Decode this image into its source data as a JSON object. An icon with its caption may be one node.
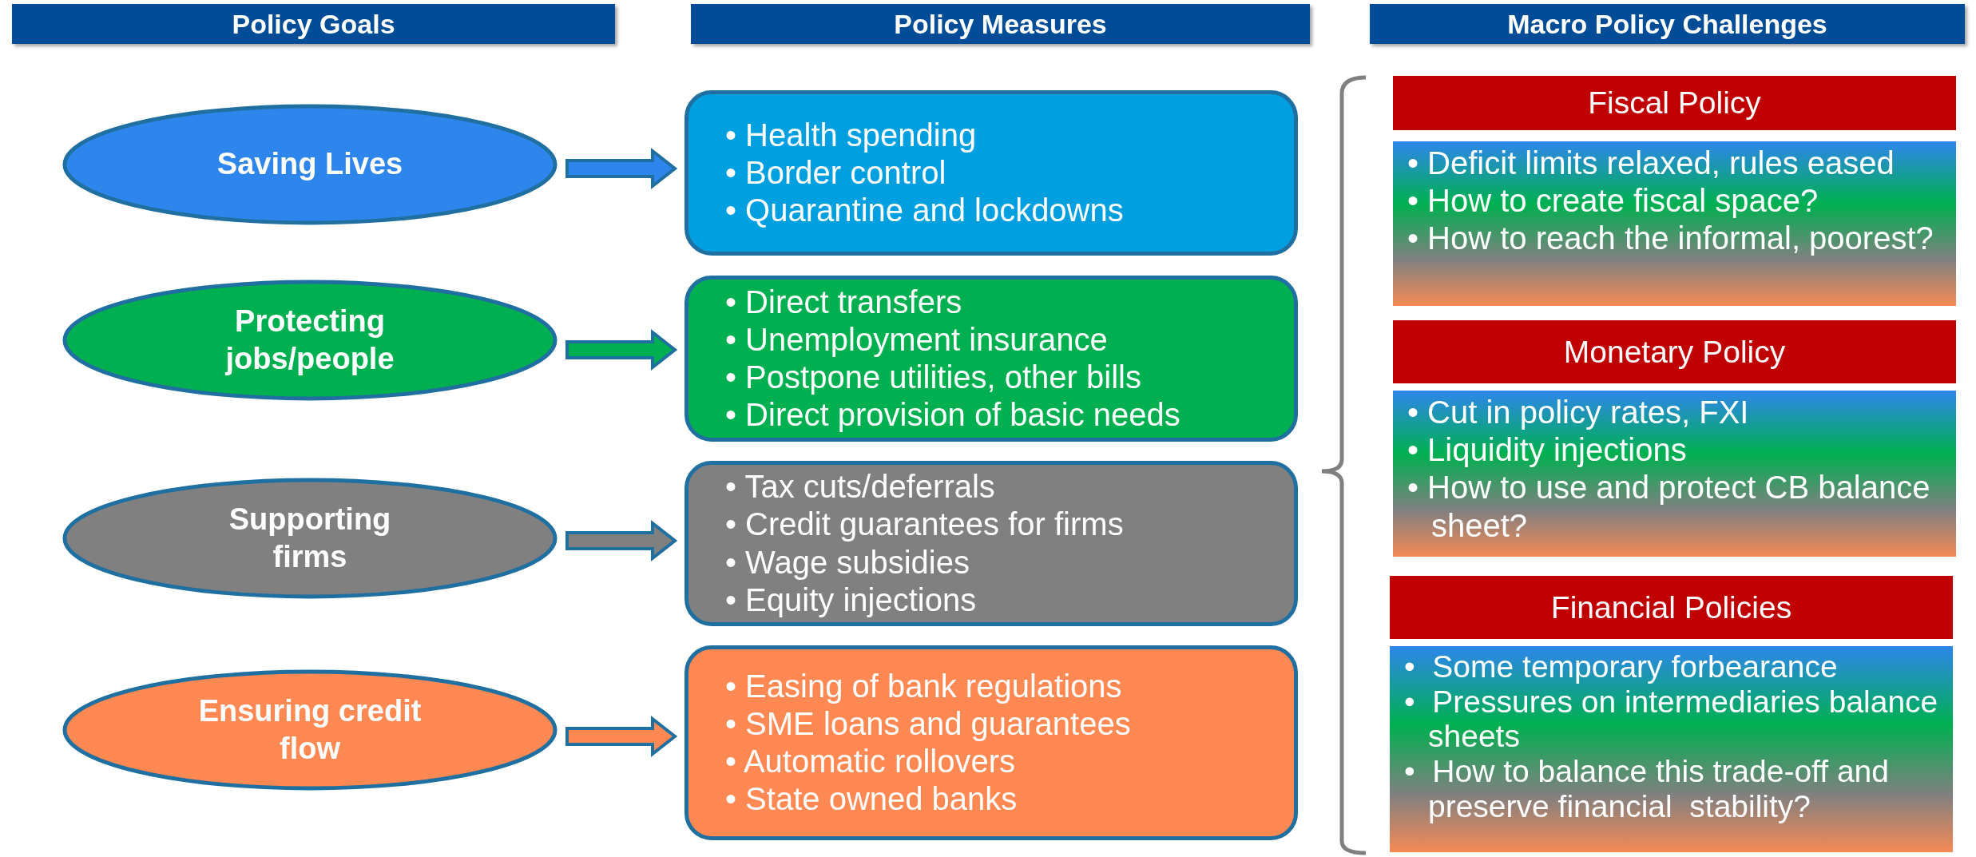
{
  "diagram": {
    "nodes": [
      {
        "text": [
          "Policy Goals"
        ]
      },
      {
        "text": [
          "Policy Measures"
        ]
      },
      {
        "text": [
          "Macro Policy Challenges"
        ]
      },
      {
        "text": [
          "Saving Lives"
        ]
      },
      {
        "text": [
          "• Health spending",
          "• Border control",
          "• Quarantine and lockdowns"
        ]
      },
      {
        "text": [
          "Protecting jobs/people"
        ]
      },
      {
        "text": [
          "• Direct transfers",
          "• Unemployment insurance",
          "• Postpone utilities, other bills",
          "• Direct provision of basic needs"
        ]
      },
      {
        "text": [
          "Supporting firms"
        ]
      },
      {
        "text": [
          "• Tax cuts/deferrals",
          "• Credit guarantees for firms",
          "• Wage subsidies",
          "• Equity injections"
        ]
      },
      {
        "text": [
          "Ensuring credit flow"
        ]
      },
      {
        "text": [
          "• Easing of bank regulations",
          "• SME loans and guarantees",
          "• Automatic rollovers",
          "• State owned banks"
        ]
      },
      {
        "text": [
          "Fiscal Policy"
        ]
      },
      {
        "text": [
          "• Deficit limits relaxed, rules eased",
          "• How to create fiscal space?",
          "• How to reach the informal, poorest?"
        ]
      },
      {
        "text": [
          "Monetary Policy"
        ]
      },
      {
        "text": [
          "• Cut in policy rates, FXI",
          "• Liquidity injections",
          "• How to use and protect CB balance sheet?"
        ]
      },
      {
        "text": [
          "Financial Policies"
        ]
      },
      {
        "text": [
          "•  Some temporary forbearance",
          "•  Pressures on intermediaries balance sheets",
          "•  How to balance this trade-off and preserve financial  stability?"
        ]
      }
    ],
    "edges": [
      {
        "from": 3,
        "to": 4,
        "arrow": "to",
        "color": "#2e86ec"
      },
      {
        "from": 5,
        "to": 6,
        "arrow": "to",
        "color": "#00b050"
      },
      {
        "from": 7,
        "to": 8,
        "arrow": "to",
        "color": "#808080"
      },
      {
        "from": 9,
        "to": 10,
        "arrow": "to",
        "color": "#ff8853"
      }
    ]
  }
}
